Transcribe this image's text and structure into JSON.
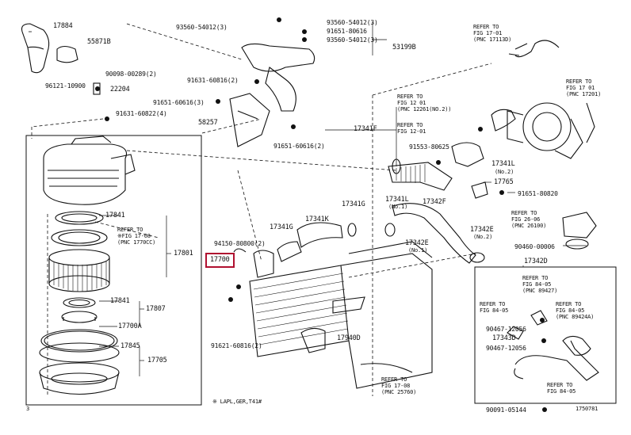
{
  "highlight_color": "#b01030",
  "labels": {
    "p17884": "17884",
    "p55871B": "55871B",
    "p90098": "90098-00289(2)",
    "p96121": "96121-10900",
    "p22204": "22204",
    "p91631a": "91631-60822(4)",
    "p93560a": "93560-54012(3)",
    "p93560b": "93560-54012(3)",
    "p91651a": "91651-80616",
    "p93560c": "93560-54012(3)",
    "p53199B": "53199B",
    "p91631b": "91631-60816(2)",
    "p91651b": "91651-60616(3)",
    "p58257": "58257",
    "p91651c": "91651-60616(2)",
    "p17841": "17841",
    "p17801": "17801",
    "p17700": "17700",
    "p17841f": "17841",
    "p17807": "17807",
    "p17700A": "17700A",
    "p17845": "17845",
    "p17705": "17705",
    "p94150": "94150-80800(2)",
    "p91621": "91621-60816(2)",
    "p17940D": "17940D",
    "p17341G1": "17341G",
    "p17341K": "17341K",
    "p17341G2": "17341G",
    "p17341F": "17341F",
    "p91553": "91553-80625",
    "p17341L2": "17341L",
    "p17341L2b": "(No.2)",
    "p17765": "17765",
    "p91651d": "91651-80820",
    "p17341L1": "17341L",
    "p17341L1b": "(No.1)",
    "p17342F": "17342F",
    "p17342E1": "17342E",
    "p17342E1b": "(No.1)",
    "p17342E2": "17342E",
    "p17342E2b": "(No.2)",
    "p90460": "90460-00006",
    "p17342D": "17342D",
    "p90467a": "90467-12056",
    "p17343D": "17343D",
    "p90467b": "90467-12056",
    "p90091": "90091-05144",
    "p1750781": "1750781",
    "p3": "3",
    "footnote": "※ LAPL,GER,T41#"
  },
  "refs": {
    "r1701": [
      "REFER TO",
      "FIG 17-01",
      "(PNC 17113D)"
    ],
    "r17201": [
      "REFER TO",
      "FIG 17 01",
      "(PNC 17201)"
    ],
    "r12261": [
      "REFER TO",
      "FIG 12 01",
      "(PNC 12261(NO.2))"
    ],
    "r1201": [
      "REFER TO",
      "FIG 12-01"
    ],
    "r2606": [
      "REFER TO",
      "FIG 26-06",
      "(PNC 26100)"
    ],
    "r1708": [
      "REFER TO",
      "※FIG 17-08",
      "(PNC 1770CC)"
    ],
    "r89427": [
      "REFER TO",
      "FIG 84-05",
      "(PNC 89427)"
    ],
    "r8405a": [
      "REFER TO",
      "FIG 84-05"
    ],
    "r89424": [
      "REFER TO",
      "FIG 84-05",
      "(PNC 89424A)"
    ],
    "r8405b": [
      "REFER TO",
      "FIG 84-05"
    ],
    "r25760": [
      "REFER TO",
      "FIG 17-08",
      "(PNC 25760)"
    ]
  }
}
